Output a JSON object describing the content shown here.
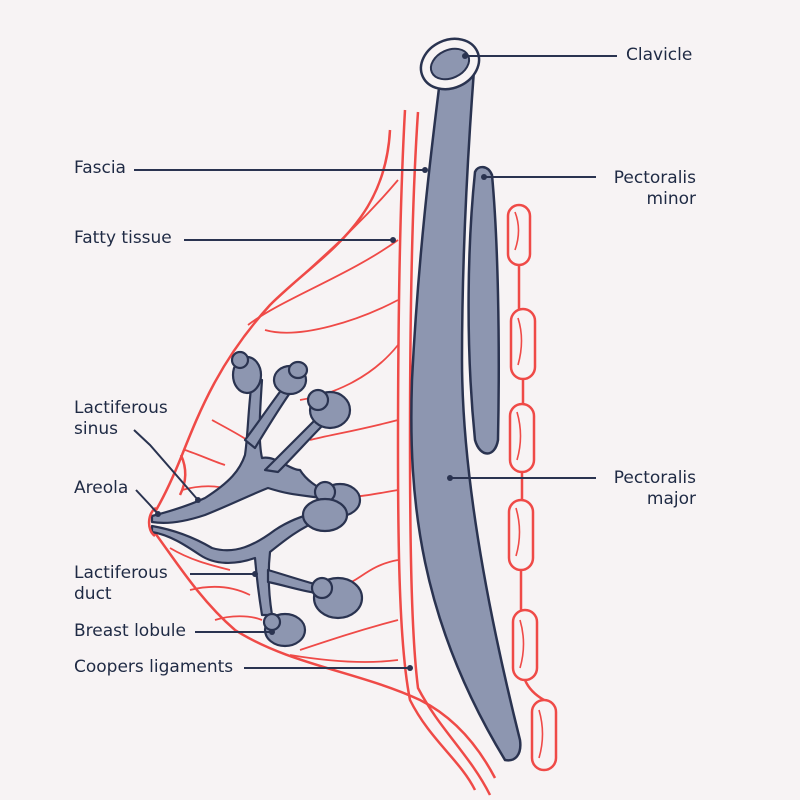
{
  "labels": {
    "clavicle": "Clavicle",
    "pectoralis_minor": [
      "Pectoralis",
      "minor"
    ],
    "pectoralis_major": [
      "Pectoralis",
      "major"
    ],
    "fascia": "Fascia",
    "fatty_tissue": "Fatty tissue",
    "lactiferous_sinus": [
      "Lactiferous",
      "sinus"
    ],
    "areola": "Areola",
    "lactiferous_duct": [
      "Lactiferous",
      "duct"
    ],
    "breast_lobule": "Breast lobule",
    "coopers_ligaments": "Coopers ligaments"
  },
  "colors": {
    "background": "#f7f3f4",
    "muscle_fill": "#8d96b0",
    "outline": "#2a3350",
    "tissue_line": "#ef4a47",
    "leader_line": "#2a3350"
  }
}
